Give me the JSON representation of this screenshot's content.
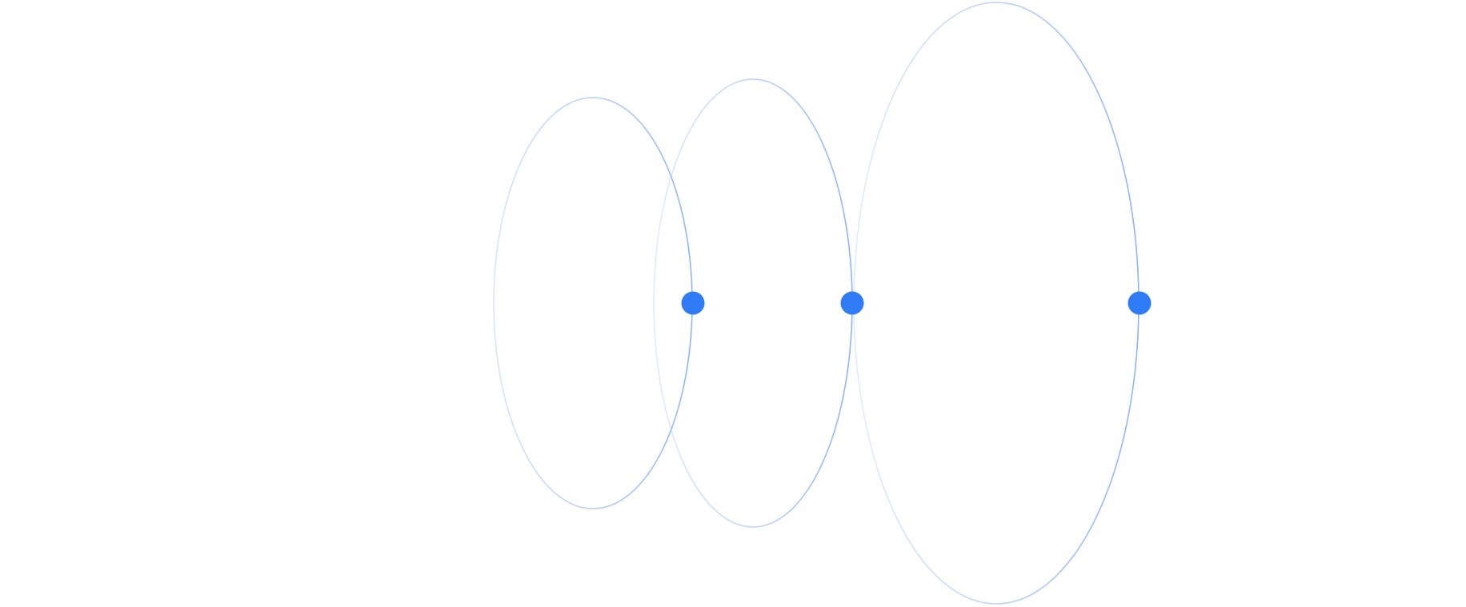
{
  "colors": {
    "background": "#ffffff",
    "accent": "#2f7cf6",
    "outline": "#a9c6f7",
    "axis": "#c9dbfb"
  },
  "diagram": {
    "rings": [
      "ring-1",
      "ring-2",
      "ring-3"
    ],
    "nodes": [
      "node-1",
      "node-2",
      "node-3"
    ]
  }
}
